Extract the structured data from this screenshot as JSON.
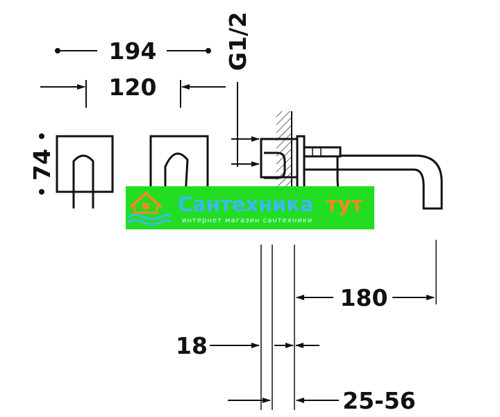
{
  "dimensions": {
    "overall_width": "194",
    "plate_spacing": "120",
    "thread": "G1/2",
    "height": "74",
    "spout_length": "180",
    "plate_thickness": "18",
    "wall_range": "25-56"
  },
  "banner": {
    "title_part1": "Сантехника",
    "title_part2": "тут",
    "subtitle": "интернет магазин сантехники",
    "colors": {
      "background": "#22dd22",
      "title": "#3fb8f0",
      "accent": "#f28a1e",
      "subtitle": "#e0f7ff"
    }
  }
}
